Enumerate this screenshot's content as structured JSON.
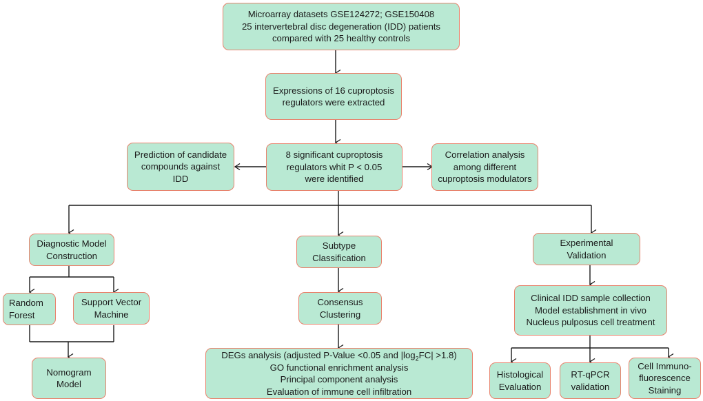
{
  "title": "Study workflow flowchart",
  "colors": {
    "box_fill": "#b9e9d3",
    "box_border": "#e8826c",
    "line": "#1a1a1a"
  },
  "nodes": {
    "datasets": [
      "Microarray datasets GSE124272; GSE150408",
      "25 intervertebral disc degeneration (IDD) patients",
      "compared with 25 healthy controls"
    ],
    "extraction": [
      "Expressions of 16 cuproptosis",
      "regulators were extracted"
    ],
    "significant": [
      "8 significant cuproptosis",
      "regulators whit P < 0.05",
      "were identified"
    ],
    "prediction": [
      "Prediction of candidate",
      "compounds against",
      "IDD"
    ],
    "correlation": [
      "Correlation analysis",
      "among different",
      "cuproptosis modulators"
    ],
    "diagnostic": [
      "Diagnostic Model",
      "Construction"
    ],
    "random_forest": [
      "Random",
      "Forest"
    ],
    "svm": [
      "Support Vector",
      "Machine"
    ],
    "nomogram": [
      "Nomogram",
      "Model"
    ],
    "subtype": [
      "Subtype",
      "Classification"
    ],
    "consensus": [
      "Consensus",
      "Clustering"
    ],
    "degs": {
      "line1_pre": "DEGs analysis (adjusted P-Value <0.05 and |log",
      "line1_sub": "2",
      "line1_post": "FC| >1.8)",
      "lines": [
        "GO functional enrichment analysis",
        "Principal component analysis",
        "Evaluation of immune cell infiltration"
      ]
    },
    "experimental": [
      "Experimental",
      "Validation"
    ],
    "clinical": [
      "Clinical IDD sample collection",
      "Model establishment in vivo",
      "Nucleus pulposus cell treatment"
    ],
    "histological": [
      "Histological",
      "Evaluation"
    ],
    "rtqpcr": [
      "RT-qPCR",
      "validation"
    ],
    "immuno": [
      "Cell Immuno-",
      "fluorescence",
      "Staining"
    ]
  }
}
